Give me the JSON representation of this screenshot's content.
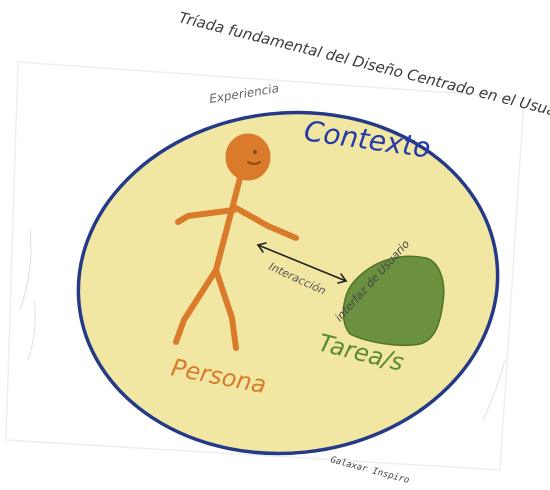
{
  "title": "Tríada fundamental del Diseño Centrado en el Usuario (DCU)",
  "labels": {
    "experiencia": "Experiencia",
    "contexto": "Contexto",
    "interaccion": "Interacción",
    "interfaz": "interfaz de Usuario",
    "persona": "Persona",
    "tareas": "Tarea/s",
    "credit": "Galaxar Inspiro"
  },
  "colors": {
    "page": "#ffffff",
    "circle_fill": "#f1e7a3",
    "circle_stroke": "#243a87",
    "persona": "#d97b2a",
    "tareas": "#5b8a2f",
    "tareas_fill": "#6b9140",
    "contexto": "#243aa8",
    "ink": "#3a3a3a",
    "faint": "#cfcfcf"
  },
  "icons": {
    "persona": "stick-figure-icon",
    "tareas": "task-blob-icon",
    "interaccion": "double-arrow-icon"
  }
}
